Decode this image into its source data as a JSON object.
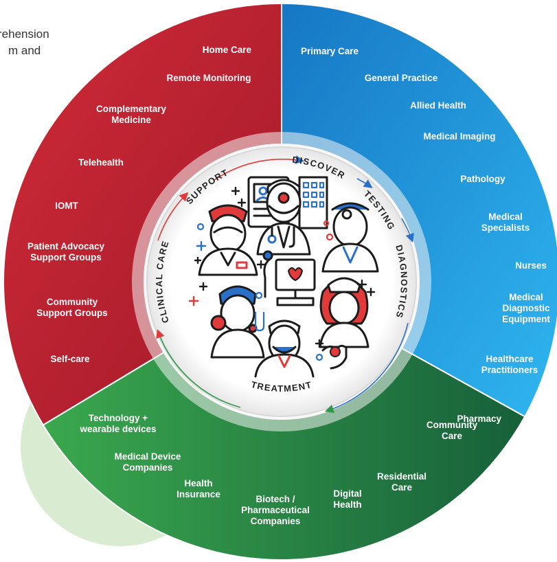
{
  "intro": {
    "line1": "rehension",
    "line2": "m and"
  },
  "colors": {
    "care_segment": "#b01f2e",
    "care_segment_light": "#d02a38",
    "discovery_segment": "#1f8fd6",
    "discovery_segment_light": "#29a8ea",
    "treatment_segment": "#2f9a4a",
    "treatment_segment_dark": "#1a6b3b",
    "accent_blue": "#2a6fc8",
    "accent_red": "#e03a3a",
    "background_blob": "#d9ebd0"
  },
  "cycle": {
    "support": "SUPPORT",
    "discover": "DISCOVER",
    "testing": "TESTING",
    "diagnostics": "DIAGNOSTICS",
    "treatment": "TREATMENT",
    "clinical_care": "CLINICAL CARE"
  },
  "care_segment": {
    "items": [
      [
        "Home Care"
      ],
      [
        "Remote Monitoring"
      ],
      [
        "Complementary",
        "Medicine"
      ],
      [
        "Telehealth"
      ],
      [
        "IOMT"
      ],
      [
        "Patient Advocacy",
        "Support Groups"
      ],
      [
        "Community",
        "Support Groups"
      ],
      [
        "Self-care"
      ]
    ]
  },
  "discovery_segment": {
    "items": [
      [
        "Primary Care"
      ],
      [
        "General Practice"
      ],
      [
        "Allied Health"
      ],
      [
        "Medical Imaging"
      ],
      [
        "Pathology"
      ],
      [
        "Medical",
        "Specialists"
      ],
      [
        "Nurses"
      ],
      [
        "Medical",
        "Diagnostic",
        "Equipment"
      ],
      [
        "Healthcare",
        "Practitioners"
      ]
    ]
  },
  "treatment_segment": {
    "items": [
      [
        "Technology +",
        "wearable devices"
      ],
      [
        "Medical  Device",
        "Companies"
      ],
      [
        "Health",
        "Insurance"
      ],
      [
        "Biotech /",
        "Pharmaceutical",
        "Companies"
      ],
      [
        "Digital",
        "Health"
      ],
      [
        "Residential",
        "Care"
      ],
      [
        "Community",
        "Care"
      ],
      [
        "Pharmacy"
      ]
    ]
  },
  "icons": [
    "surgeon-icon",
    "nurse-icon",
    "doctor-with-head-mirror-icon",
    "female-nurse-icon",
    "surgeon-with-mask-icon",
    "scientist-icon",
    "medical-monitor-icon",
    "x-ray-scan-icon",
    "id-card-icon",
    "hospital-building-icon",
    "stethoscope-icon",
    "hand-with-pill-icon",
    "molecule-icon",
    "test-tube-icon"
  ]
}
